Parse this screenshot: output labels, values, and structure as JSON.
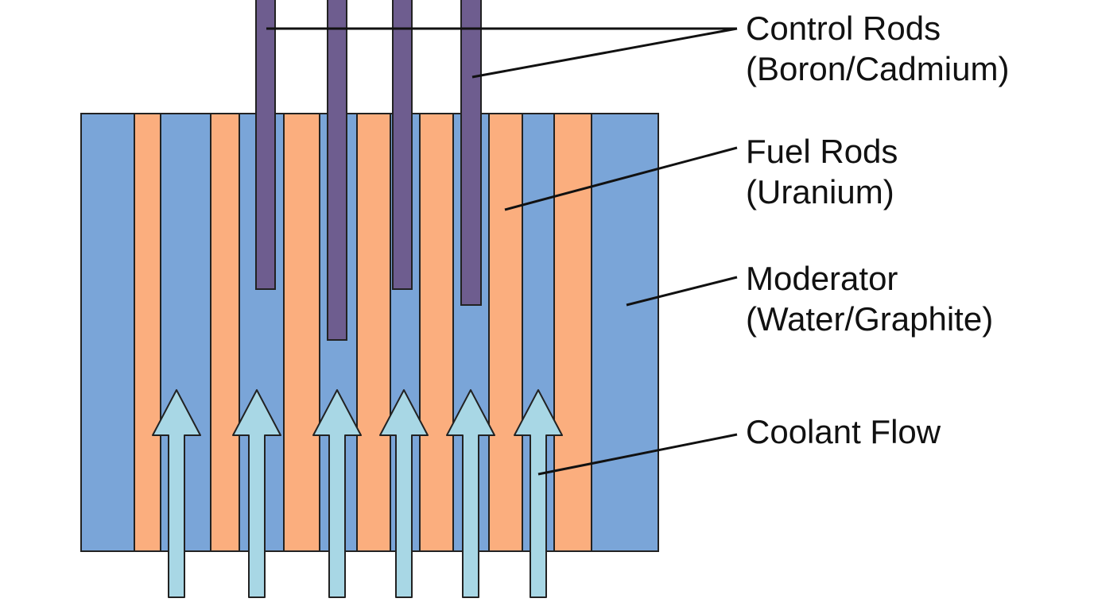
{
  "labels": {
    "control_rods": {
      "line1": "Control Rods",
      "line2": "(Boron/Cadmium)"
    },
    "fuel_rods": {
      "line1": "Fuel Rods",
      "line2": "(Uranium)"
    },
    "moderator": {
      "line1": "Moderator",
      "line2": "(Water/Graphite)"
    },
    "coolant": {
      "line1": "Coolant Flow"
    }
  },
  "colors": {
    "moderator": "#7aa5d8",
    "fuel": "#fbae7e",
    "control_rod": "#6e5d8f",
    "coolant": "#a8d7e5",
    "outline": "#222222",
    "text": "#111111"
  },
  "counts": {
    "fuel_rods": 7,
    "control_rods": 4,
    "coolant_arrows": 6
  }
}
